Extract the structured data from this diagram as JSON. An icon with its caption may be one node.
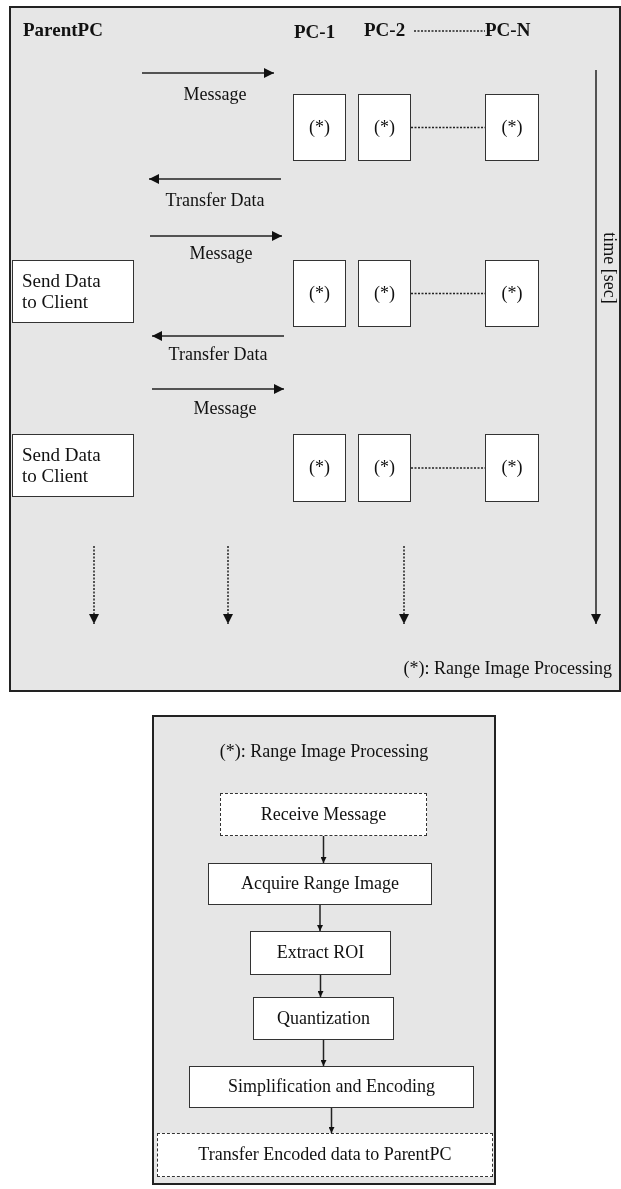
{
  "diagram": {
    "nodes": [
      {
        "text": [],
        "shape": "box"
      },
      {
        "text": [
          "PC-2"
        ],
        "in": 0
      },
      {
        "text": [
          "PC-N"
        ],
        "in": 0
      },
      {
        "text": [
          "(*)"
        ],
        "in": 0
      },
      {
        "text": [
          "(*)"
        ],
        "in": 0
      },
      {
        "text": [
          "(*)"
        ],
        "in": 0
      },
      {
        "text": [
          "Send Data to Client"
        ],
        "in": 0
      },
      {
        "text": [
          "(*)"
        ],
        "in": 0
      },
      {
        "text": [
          "(*)"
        ],
        "in": 0
      },
      {
        "text": [
          "(*)"
        ],
        "in": 0
      },
      {
        "text": [
          "Send Data to Client"
        ],
        "in": 0
      },
      {
        "text": [
          "(*)"
        ],
        "in": 0
      },
      {
        "text": [
          "(*)"
        ],
        "in": 0
      },
      {
        "text": [
          "(*)"
        ],
        "in": 0
      },
      {
        "text": [
          "(*): Range Image Processing"
        ]
      },
      {
        "text": [
          "Receive Message"
        ],
        "in": 14
      },
      {
        "text": [
          "Acquire Range Image"
        ],
        "in": 14
      },
      {
        "text": [
          "Extract ROI"
        ],
        "in": 14
      },
      {
        "text": [
          "Quantization"
        ],
        "in": 14
      },
      {
        "text": [
          "Simplification and Encoding"
        ],
        "in": 14
      },
      {
        "text": [
          "Transfer Encoded data to ParentPC"
        ],
        "in": 14
      }
    ],
    "edges": [
      {
        "from": 1,
        "to": 2,
        "arrow": "none",
        "style": "dashed"
      },
      {
        "from": 4,
        "to": 5,
        "arrow": "none",
        "style": "dashed"
      },
      {
        "from": 8,
        "to": 9,
        "arrow": "none",
        "style": "dashed"
      },
      {
        "from": 12,
        "to": 13,
        "arrow": "none",
        "style": "dashed"
      },
      {
        "from": 15,
        "to": 16,
        "arrow": "to"
      },
      {
        "from": 16,
        "to": 17,
        "arrow": "to"
      },
      {
        "from": 17,
        "to": 18,
        "arrow": "to"
      },
      {
        "from": 18,
        "to": 19,
        "arrow": "to"
      },
      {
        "from": 19,
        "to": 20,
        "arrow": "to"
      }
    ],
    "labels": [
      "ParentPC",
      "PC-1",
      "Message",
      "Transfer Data",
      "Message",
      "Transfer Data",
      "Message",
      "time [sec]",
      "(*): Range Image Processing"
    ]
  }
}
